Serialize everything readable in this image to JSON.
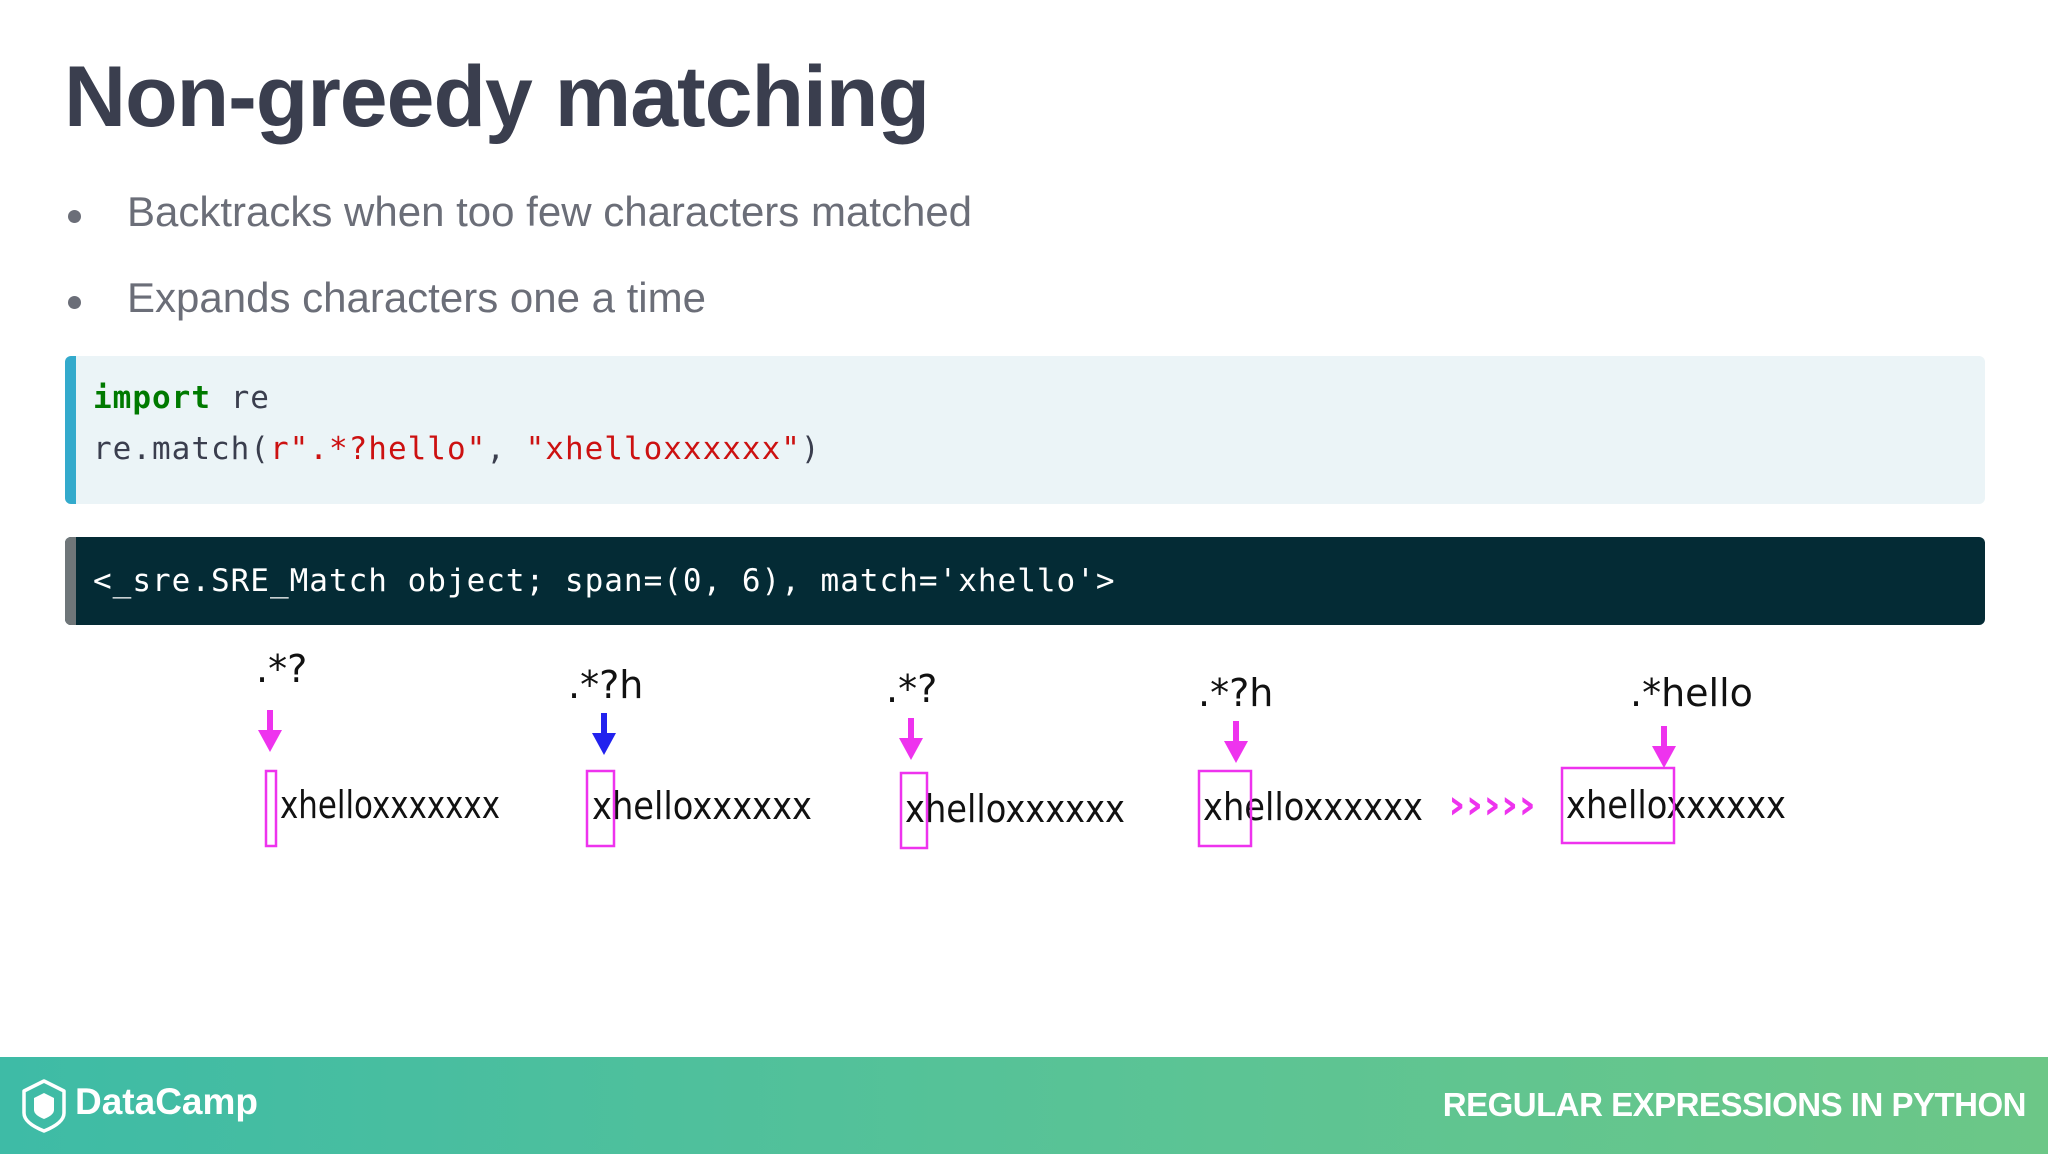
{
  "slide": {
    "title": "Non-greedy matching",
    "bullets": [
      "Backtracks when too few characters matched",
      "Expands characters one a time"
    ]
  },
  "code": {
    "line1": {
      "keyword": "import",
      "rest": " re"
    },
    "line2": {
      "prefix": "re.match(",
      "pattern": "r\".*?hello\"",
      "sep": ", ",
      "subject": "\"xhelloxxxxxx\"",
      "suffix": ")"
    }
  },
  "output": {
    "text": "<_sre.SRE_Match object; span=(0, 6), match='xhello'>"
  },
  "diagram": {
    "arrow_colors": {
      "magenta": "#ee33ee",
      "blue": "#2222ee"
    },
    "chevrons": "›››››",
    "steps": [
      {
        "pattern": ".*?",
        "text": "xhelloxxxxxxx",
        "arrow_color": "magenta"
      },
      {
        "pattern": ".*?h",
        "text": "xhelloxxxxxx",
        "arrow_color": "blue"
      },
      {
        "pattern": ".*?",
        "text": "xhelloxxxxxx",
        "arrow_color": "magenta"
      },
      {
        "pattern": ".*?h",
        "text": "xhelloxxxxxx",
        "arrow_color": "magenta"
      },
      {
        "pattern": ".*hello",
        "text": "xhelloxxxxxx",
        "arrow_color": "magenta"
      }
    ]
  },
  "footer": {
    "brand": "DataCamp",
    "course": "REGULAR EXPRESSIONS IN PYTHON"
  }
}
